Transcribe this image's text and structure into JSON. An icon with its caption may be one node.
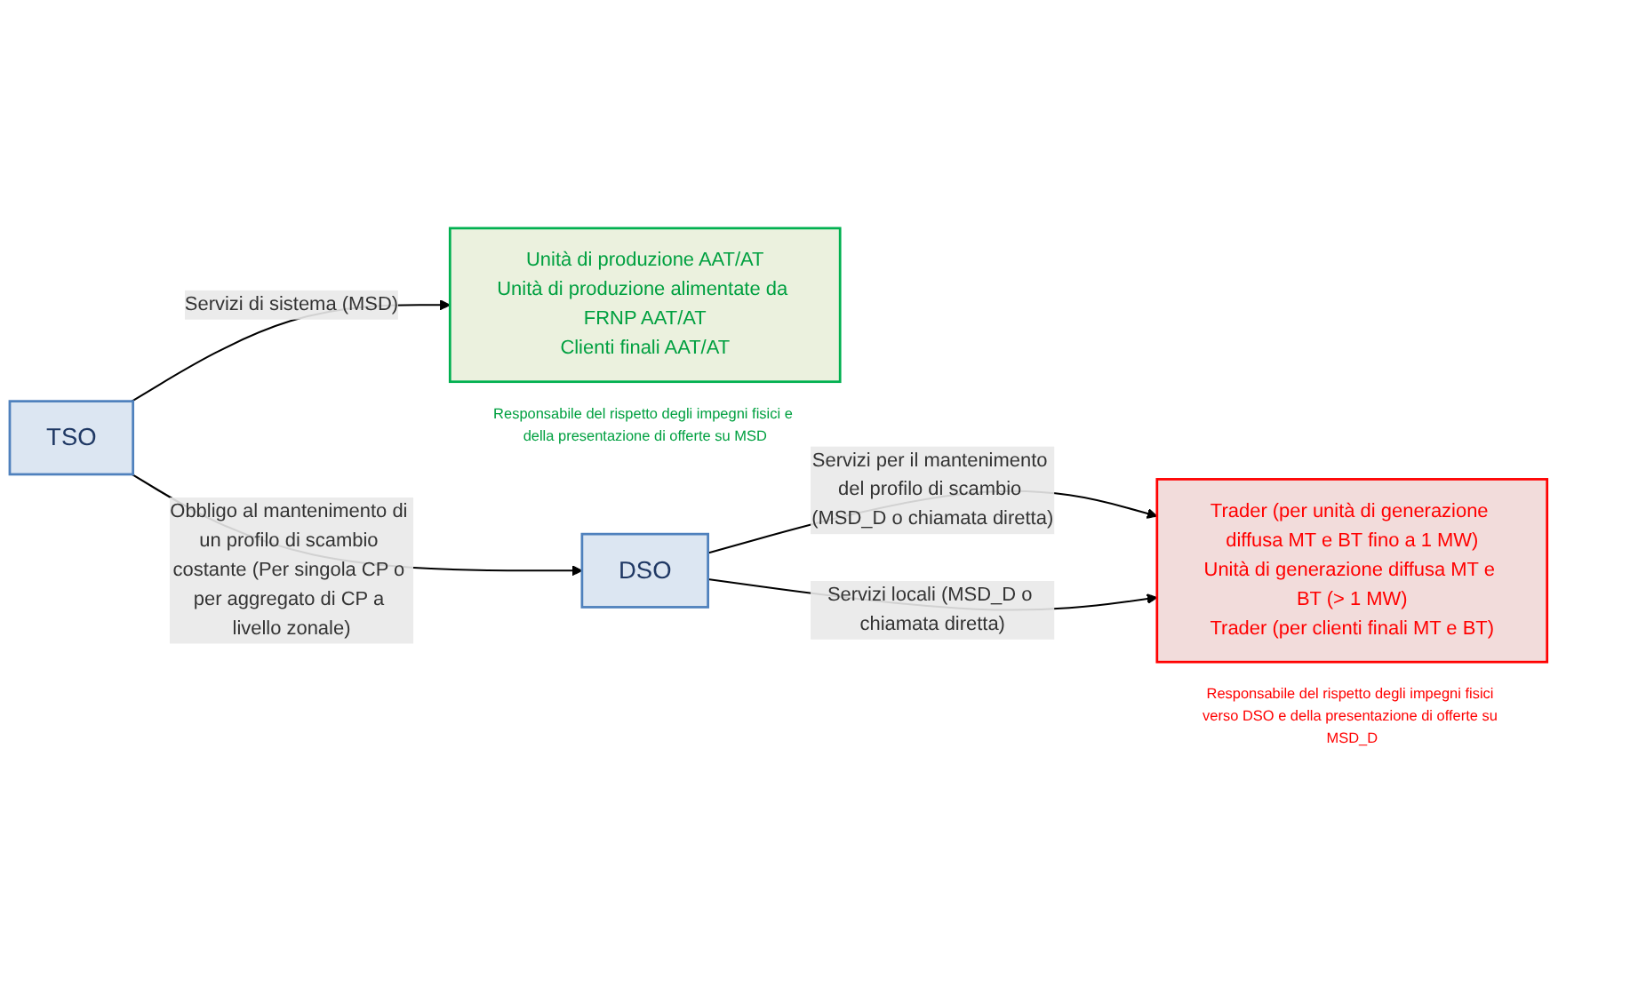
{
  "diagram": {
    "nodes": [
      {
        "text": [
          "TSO"
        ]
      },
      {
        "text": [
          "Unità di produzione AAT/AT",
          "Unità di produzione alimentate da FRNP AAT/AT",
          "Clienti finali AAT/AT"
        ],
        "beside": [
          "Responsabile del rispetto degli impegni fisici e della presentazione di offerte su MSD"
        ]
      },
      {
        "text": [
          "DSO"
        ]
      },
      {
        "text": [
          "Trader (per unità di generazione diffusa MT e BT fino a 1 MW)",
          "Unità di generazione diffusa MT e BT (> 1 MW)",
          "Trader (per clienti finali MT e BT)"
        ],
        "beside": [
          "Responsabile del rispetto degli impegni fisici verso DSO e della presentazione di offerte su MSD_D"
        ]
      }
    ],
    "edges": [
      {
        "from": 0,
        "to": 1,
        "arrow": "to",
        "label": "Servizi di sistema (MSD)"
      },
      {
        "from": 0,
        "to": 2,
        "arrow": "to",
        "label": "Obbligo al mantenimento di un profilo di scambio costante (Per singola CP o per aggregato di CP a livello zonale)"
      },
      {
        "from": 2,
        "to": 3,
        "arrow": "to",
        "label": "Servizi per il mantenimento del profilo di scambio (MSD_D o chiamata diretta)"
      },
      {
        "from": 2,
        "to": 3,
        "arrow": "to",
        "label": "Servizi locali (MSD_D o chiamata diretta)"
      }
    ]
  }
}
